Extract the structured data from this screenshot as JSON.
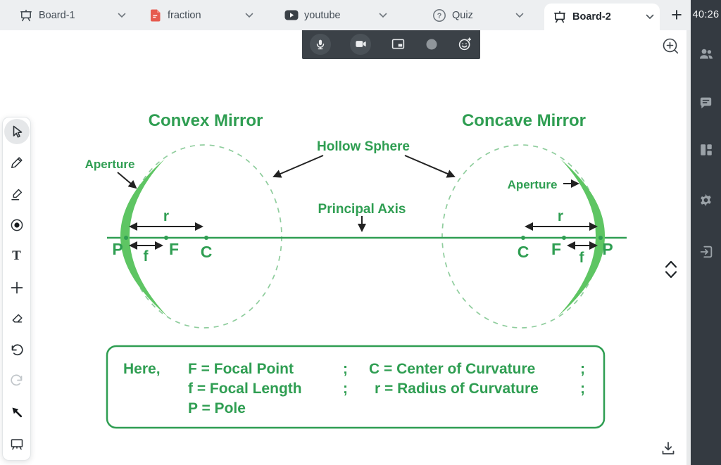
{
  "tab_bar": {
    "tabs": [
      {
        "label": "Board-1",
        "icon": "board-icon"
      },
      {
        "label": "fraction",
        "icon": "pdf-file-icon"
      },
      {
        "label": "youtube",
        "icon": "youtube-icon"
      },
      {
        "label": "Quiz",
        "icon": "question-icon"
      },
      {
        "label": "Board-2",
        "icon": "board-icon",
        "active": true
      }
    ],
    "add_tab_label": "+"
  },
  "session": {
    "timer": "40:26"
  },
  "whiteboard": {
    "convex_title": "Convex Mirror",
    "concave_title": "Concave Mirror",
    "hollow_sphere_label": "Hollow Sphere",
    "principal_axis_label": "Principal Axis",
    "aperture_left_label": "Aperture",
    "aperture_right_label": "Aperture",
    "convex_points": {
      "pole": "P",
      "focus": "F",
      "center": "C",
      "radius": "r",
      "focal": "f"
    },
    "concave_points": {
      "pole": "P",
      "focus": "F",
      "center": "C",
      "radius": "r",
      "focal": "f"
    },
    "legend": {
      "intro": "Here,",
      "item_focal_point": "F = Focal Point",
      "item_center_curvature": "C = Center of Curvature",
      "item_focal_length": "f = Focal Length",
      "item_radius_curvature": "r = Radius of Curvature",
      "item_pole": "P = Pole",
      "separator": ";"
    },
    "colors": {
      "diagram_green": "#2f9e52",
      "dashed_circle_green": "#8fcd9d",
      "mirror_arc_green": "#5ec563",
      "arrow_black": "#222222"
    }
  }
}
